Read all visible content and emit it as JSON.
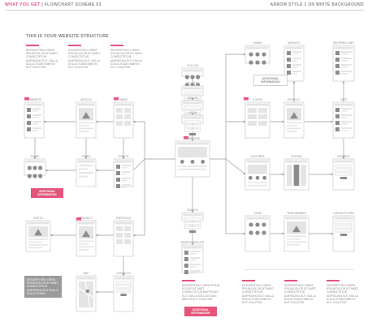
{
  "header": {
    "what_you_get": "WHAT YOU GET",
    "separator": " | ",
    "scheme": "FLOWCHART SCHEME 03",
    "right": "ARROW STYLE 1 ON WHITE BACKGROUND"
  },
  "subtitle": "THIS IS YOUR WEBSITE STRUCTURE",
  "descriptions": {
    "text": "DESCRIPTION LOREM IPSUM DOLOR SIT AMET, CONSECTETUR ADIPISCING ELIT. NULLA SOLLICITUDIN NIBH IN ELIT VOLUTPAT.",
    "dark_text": "DESCRIPTION LOREM IPSUM DOLOR SIT AMET CONSECTETUR ADIPISCING ELIT NULLA SOLLICITUDIN"
  },
  "buttons": {
    "additional_information": "ADDITIONAL INFORMATION"
  },
  "nodes": {
    "comments": "COMMENTS",
    "article": "ARTICLE",
    "news": "NEWS",
    "share": "SHARE",
    "speed": "SPEED",
    "events": "EVENTS",
    "photo": "PHOTO",
    "project": "PROJECT",
    "portfolio": "PORTFOLIO",
    "map": "MAP",
    "contacts": "CONTACTS",
    "follow": "FOLLOW",
    "register": "REGISTER",
    "signin": "SIGN IN",
    "login": "LOGIN",
    "homepage": "HOMEPAGE",
    "search": "SEARCH",
    "search_results": "SEARCH RESULTS",
    "share_r": "SHARE",
    "wishlist": "WISHLIST",
    "shopping_cart": "SHOPPING CART",
    "e_shop": "E-SHOP",
    "product": "PRODUCT",
    "cart": "CART",
    "features": "FEATURES",
    "pricing": "PRICING",
    "payment": "PAYMENT",
    "team": "TEAM",
    "team_member": "TEAM MEMBER",
    "contact_form": "CONTACT FORM"
  },
  "colors": {
    "accent": "#e5547a",
    "frame": "#cfcfcf",
    "fill": "#e4e4e4",
    "dark": "#8c8c8c"
  }
}
